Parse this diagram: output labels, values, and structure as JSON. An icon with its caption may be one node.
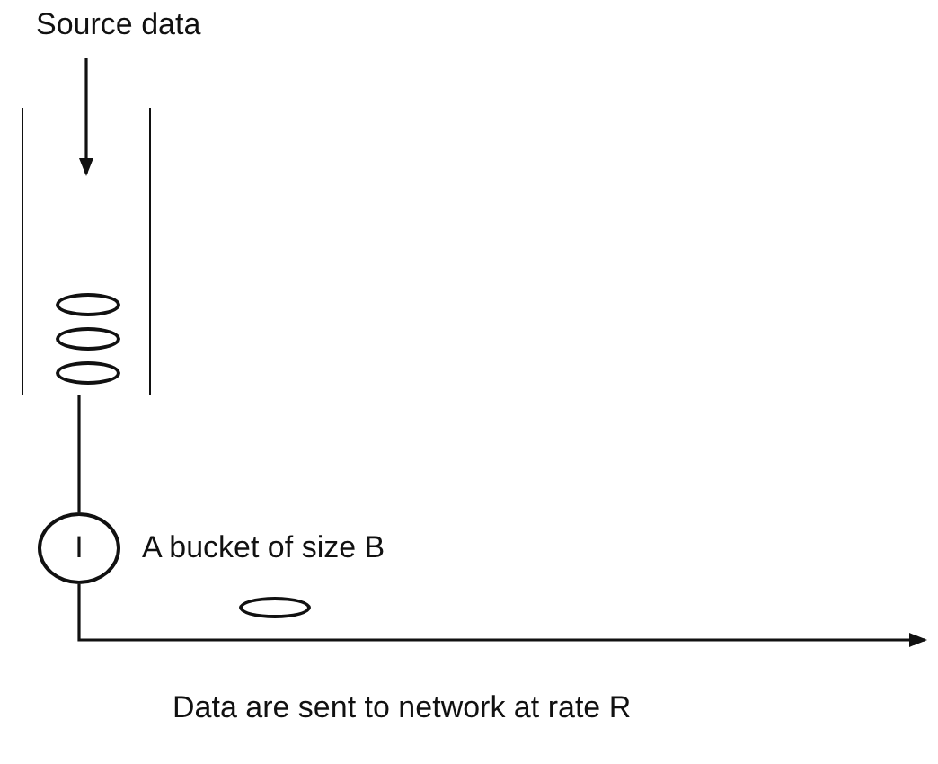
{
  "diagram": {
    "nodes": [
      {
        "text": [
          "Source data"
        ]
      },
      {
        "text": [],
        "shape": "box"
      },
      {
        "text": [],
        "shape": "ellipse",
        "in": 1
      },
      {
        "text": [],
        "shape": "ellipse",
        "in": 1
      },
      {
        "text": [],
        "shape": "ellipse",
        "in": 1
      },
      {
        "text": [
          "I"
        ],
        "beside": [
          "A bucket of size B"
        ]
      },
      {
        "text": [],
        "shape": "ellipse"
      }
    ],
    "edges": [
      {
        "from": 0,
        "to": 1,
        "arrow": "to"
      },
      {
        "from": 1,
        "to": 5,
        "arrow": "none"
      },
      {
        "from": 5,
        "to": null,
        "arrow": "to",
        "label": "Data are sent to network at rate R"
      }
    ]
  }
}
